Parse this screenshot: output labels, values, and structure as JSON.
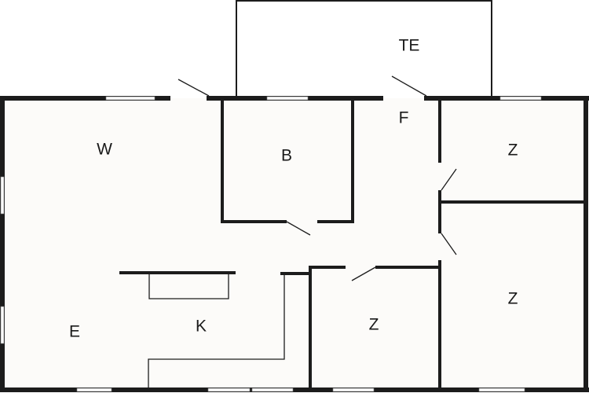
{
  "plan": {
    "rooms": {
      "terrace": "TE",
      "hall": "F",
      "living": "W",
      "bath": "B",
      "bedroom_ne": "Z",
      "bedroom_e": "Z",
      "bedroom_s": "Z",
      "dining": "E",
      "kitchen": "K"
    },
    "colors": {
      "wall": "#1c1c1c",
      "floor": "#fcfbf9"
    }
  }
}
